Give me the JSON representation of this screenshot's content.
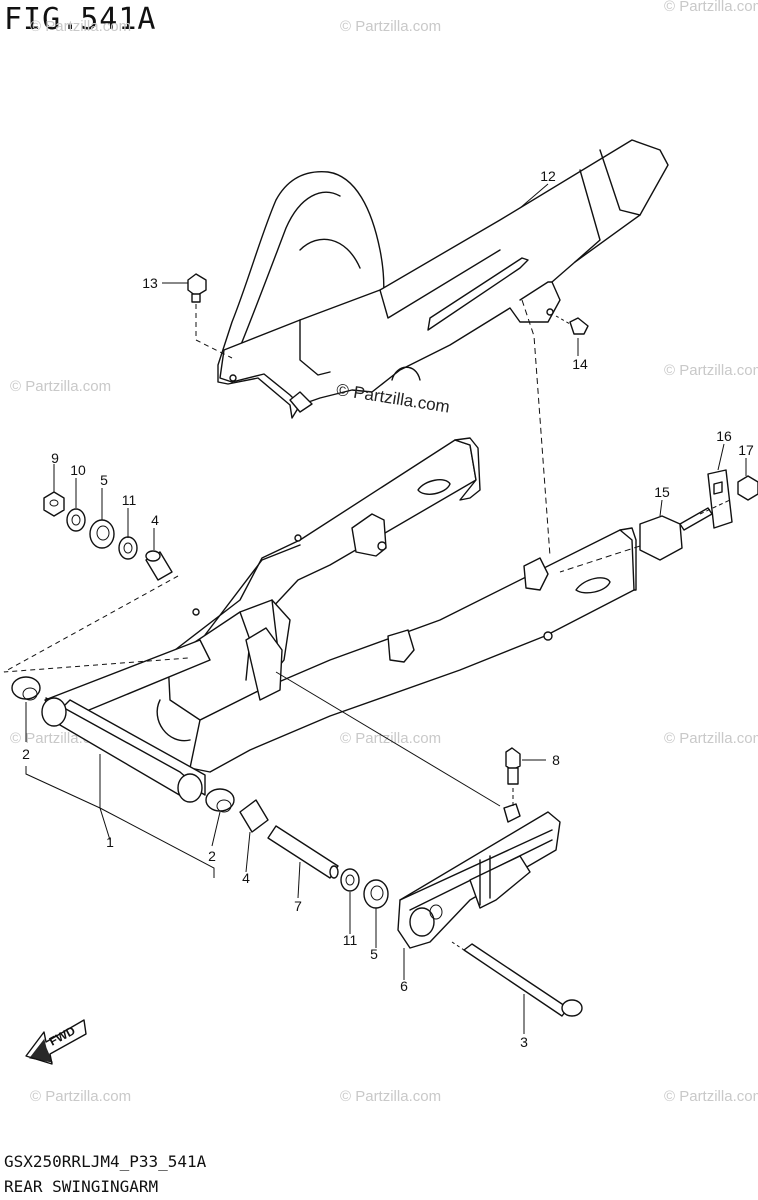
{
  "figure": {
    "title": "FIG.541A",
    "code": "GSX250RRLJM4_P33_541A",
    "name": "REAR SWINGINGARM"
  },
  "watermark": {
    "text": "© Partzilla.com",
    "center_text": "© Partzilla.com"
  },
  "fwd_label": "FWD",
  "callouts": [
    "1",
    "2",
    "2",
    "3",
    "4",
    "4",
    "5",
    "5",
    "6",
    "7",
    "8",
    "9",
    "10",
    "11",
    "11",
    "12",
    "13",
    "14",
    "15",
    "16",
    "17"
  ]
}
